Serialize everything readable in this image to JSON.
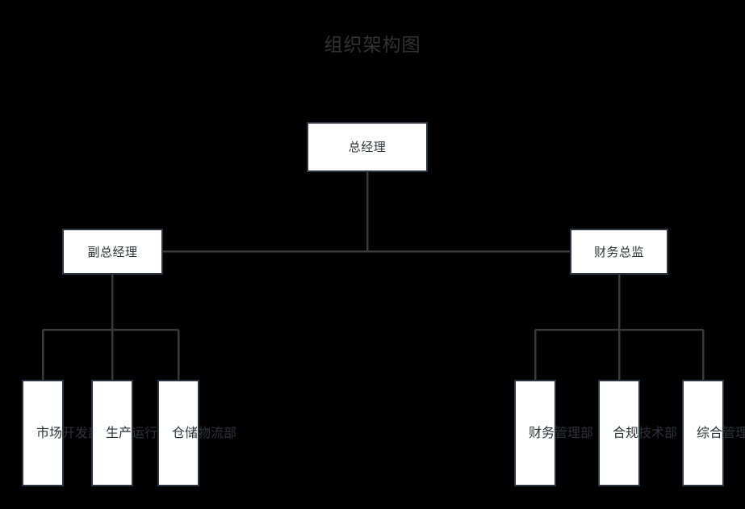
{
  "title": "组织架构图",
  "theme": {
    "background": "#000000",
    "title_color": "#333333",
    "node_fill": "#ffffff",
    "node_border": "#2b3440",
    "node_text": "#2f3338",
    "connector": "#3a3a3a"
  },
  "chart_data": {
    "type": "diagram",
    "diagram_type": "org-chart",
    "title": "组织架构图",
    "orientation": "top-down",
    "levels": 3,
    "nodes": [
      {
        "id": "gm",
        "label": "总经理",
        "level": 1,
        "parent": null,
        "shape": "rect-wide"
      },
      {
        "id": "dgm",
        "label": "副总经理",
        "level": 2,
        "parent": "gm",
        "shape": "rect-wide"
      },
      {
        "id": "cfo",
        "label": "财务总监",
        "level": 2,
        "parent": "gm",
        "shape": "rect-wide"
      },
      {
        "id": "market",
        "label": "市场开发部",
        "level": 3,
        "parent": "dgm",
        "shape": "rect-tall"
      },
      {
        "id": "prod",
        "label": "生产运行部",
        "level": 3,
        "parent": "dgm",
        "shape": "rect-tall"
      },
      {
        "id": "logi",
        "label": "仓储物流部",
        "level": 3,
        "parent": "dgm",
        "shape": "rect-tall"
      },
      {
        "id": "fin",
        "label": "财务管理部",
        "level": 3,
        "parent": "cfo",
        "shape": "rect-tall"
      },
      {
        "id": "comp",
        "label": "合规技术部",
        "level": 3,
        "parent": "cfo",
        "shape": "rect-tall"
      },
      {
        "id": "admin",
        "label": "综合管理部",
        "level": 3,
        "parent": "cfo",
        "shape": "rect-tall"
      }
    ],
    "edges": [
      {
        "from": "gm",
        "to": "dgm"
      },
      {
        "from": "gm",
        "to": "cfo"
      },
      {
        "from": "dgm",
        "to": "market"
      },
      {
        "from": "dgm",
        "to": "prod"
      },
      {
        "from": "dgm",
        "to": "logi"
      },
      {
        "from": "cfo",
        "to": "fin"
      },
      {
        "from": "cfo",
        "to": "comp"
      },
      {
        "from": "cfo",
        "to": "admin"
      }
    ]
  }
}
